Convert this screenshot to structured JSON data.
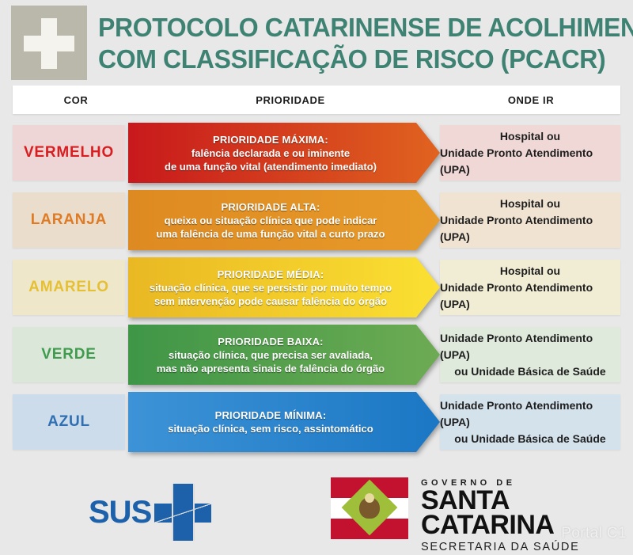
{
  "header": {
    "logo_icon": "medical-cross-icon",
    "title_line1": "PROTOCOLO CATARINENSE  DE ACOLHIMENTO",
    "title_line2": "COM CLASSIFICAÇÃO DE RISCO (PCACR)",
    "title_color": "#3d8272"
  },
  "table": {
    "columns": {
      "cor": "COR",
      "prioridade": "PRIORIDADE",
      "onde_ir": "ONDE IR"
    },
    "rows": [
      {
        "cor": "VERMELHO",
        "cor_text_color": "#d81e21",
        "cor_bg": "#efd6d6",
        "arrow_from": "#c8191c",
        "arrow_to": "#e0631f",
        "priority_head": "PRIORIDADE MÁXIMA:",
        "priority_line2": "falência declarada e ou iminente",
        "priority_line3": "de uma função vital (atendimento imediato)",
        "onde_line1": "Hospital ou",
        "onde_line2": "Unidade Pronto Atendimento (UPA)",
        "onde_bg": "#f0d8d6"
      },
      {
        "cor": "LARANJA",
        "cor_text_color": "#e07b25",
        "cor_bg": "#eaddcc",
        "arrow_from": "#de8a22",
        "arrow_to": "#e79b29",
        "priority_head": "PRIORIDADE ALTA:",
        "priority_line2": "queixa ou situação clínica que pode indicar",
        "priority_line3": "uma falência de uma função vital a curto prazo",
        "onde_line1": "Hospital ou",
        "onde_line2": "Unidade Pronto Atendimento (UPA)",
        "onde_bg": "#f0e3d2"
      },
      {
        "cor": "AMARELO",
        "cor_text_color": "#e6c033",
        "cor_bg": "#eee7ca",
        "arrow_from": "#e9b823",
        "arrow_to": "#fbe032",
        "priority_head": "PRIORIDADE MÉDIA:",
        "priority_line2": "situação clínica, que se persistir por muito tempo",
        "priority_line3": "sem intervenção pode causar falência do órgão",
        "onde_line1": "Hospital ou",
        "onde_line2": "Unidade Pronto Atendimento (UPA)",
        "onde_bg": "#f1ecd4"
      },
      {
        "cor": "VERDE",
        "cor_text_color": "#3f9b4d",
        "cor_bg": "#dbe8d9",
        "arrow_from": "#3f9647",
        "arrow_to": "#6dab53",
        "priority_head": "PRIORIDADE BAIXA:",
        "priority_line2": "situação clínica, que precisa ser avaliada,",
        "priority_line3": "mas não apresenta sinais de falência do órgão",
        "onde_line1": "Unidade Pronto Atendimento (UPA)",
        "onde_line2": "ou Unidade Básica de Saúde",
        "onde_bg": "#dfeadc"
      },
      {
        "cor": "AZUL",
        "cor_text_color": "#2f6fb2",
        "cor_bg": "#ccdcea",
        "arrow_from": "#3d93d6",
        "arrow_to": "#1b77c4",
        "priority_head": "PRIORIDADE MÍNIMA:",
        "priority_line2": "situação clínica, sem risco, assintomático",
        "priority_line3": "",
        "onde_line1": "Unidade Pronto Atendimento (UPA)",
        "onde_line2": "ou Unidade Básica de Saúde",
        "onde_bg": "#d4e2ec"
      }
    ]
  },
  "footer": {
    "sus_label": "SUS",
    "sus_icon": "sus-cross-icon",
    "flag_icon": "santa-catarina-flag-icon",
    "gov_line": "GOVERNO DE",
    "state_line1": "SANTA",
    "state_line2": "CATARINA",
    "secretaria": "SECRETARIA DA SAÚDE",
    "watermark": "Portal C1"
  }
}
